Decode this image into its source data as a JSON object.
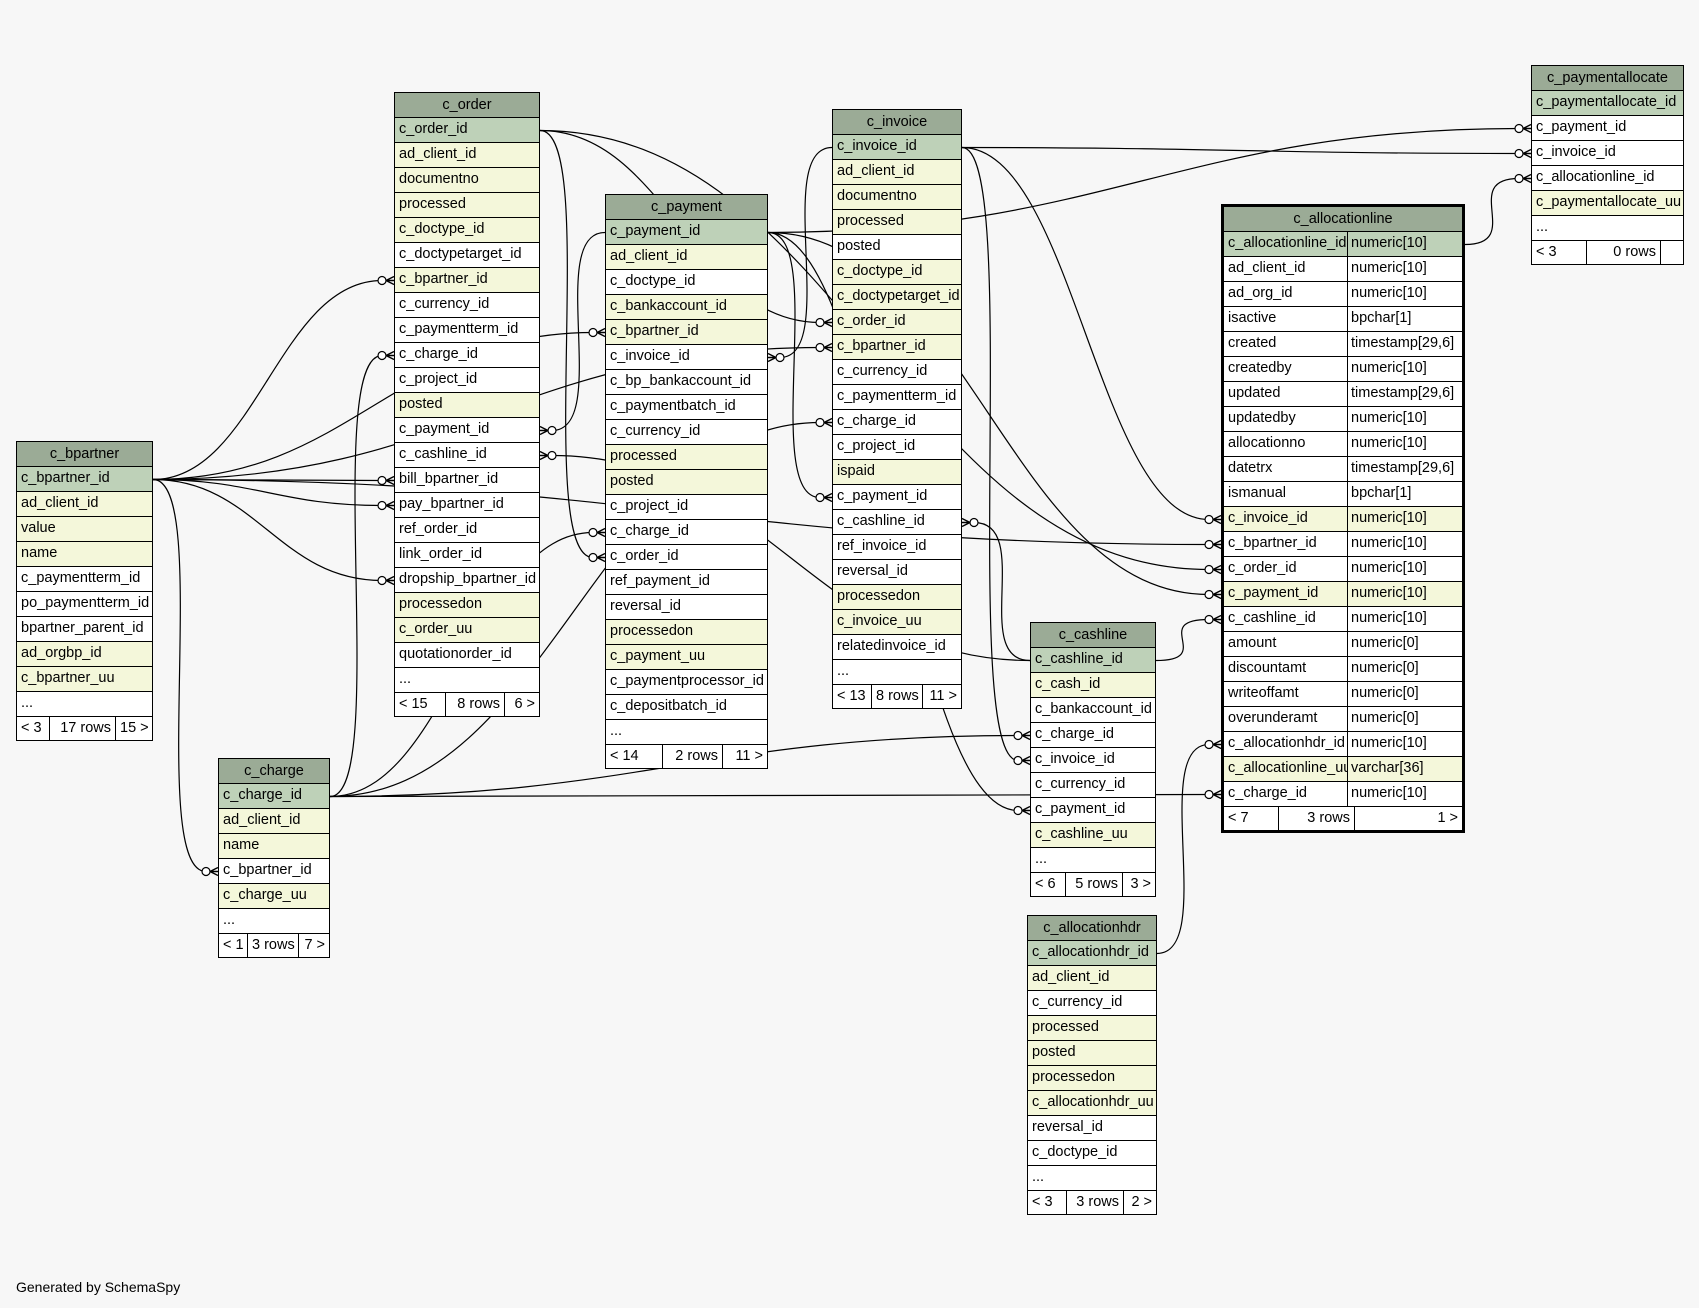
{
  "footer": "Generated by SchemaSpy",
  "tables": {
    "c_bpartner": {
      "name": "c_bpartner",
      "rows": [
        {
          "n": "c_bpartner_id",
          "k": "pk"
        },
        {
          "n": "ad_client_id",
          "k": "idx"
        },
        {
          "n": "value",
          "k": "idx"
        },
        {
          "n": "name",
          "k": "idx"
        },
        {
          "n": "c_paymentterm_id",
          "k": "plain"
        },
        {
          "n": "po_paymentterm_id",
          "k": "plain"
        },
        {
          "n": "bpartner_parent_id",
          "k": "plain"
        },
        {
          "n": "ad_orgbp_id",
          "k": "idx"
        },
        {
          "n": "c_bpartner_uu",
          "k": "idx"
        },
        {
          "n": "...",
          "k": "plain"
        }
      ],
      "footer": [
        "< 3",
        "17 rows",
        "15 >"
      ]
    },
    "c_order": {
      "name": "c_order",
      "rows": [
        {
          "n": "c_order_id",
          "k": "pk"
        },
        {
          "n": "ad_client_id",
          "k": "idx"
        },
        {
          "n": "documentno",
          "k": "idx"
        },
        {
          "n": "processed",
          "k": "idx"
        },
        {
          "n": "c_doctype_id",
          "k": "idx"
        },
        {
          "n": "c_doctypetarget_id",
          "k": "plain"
        },
        {
          "n": "c_bpartner_id",
          "k": "idx"
        },
        {
          "n": "c_currency_id",
          "k": "plain"
        },
        {
          "n": "c_paymentterm_id",
          "k": "plain"
        },
        {
          "n": "c_charge_id",
          "k": "plain"
        },
        {
          "n": "c_project_id",
          "k": "plain"
        },
        {
          "n": "posted",
          "k": "idx"
        },
        {
          "n": "c_payment_id",
          "k": "plain"
        },
        {
          "n": "c_cashline_id",
          "k": "plain"
        },
        {
          "n": "bill_bpartner_id",
          "k": "plain"
        },
        {
          "n": "pay_bpartner_id",
          "k": "plain"
        },
        {
          "n": "ref_order_id",
          "k": "plain"
        },
        {
          "n": "link_order_id",
          "k": "plain"
        },
        {
          "n": "dropship_bpartner_id",
          "k": "plain"
        },
        {
          "n": "processedon",
          "k": "idx"
        },
        {
          "n": "c_order_uu",
          "k": "idx"
        },
        {
          "n": "quotationorder_id",
          "k": "plain"
        },
        {
          "n": "...",
          "k": "plain"
        }
      ],
      "footer": [
        "< 15",
        "8 rows",
        "6 >"
      ]
    },
    "c_payment": {
      "name": "c_payment",
      "rows": [
        {
          "n": "c_payment_id",
          "k": "pk"
        },
        {
          "n": "ad_client_id",
          "k": "idx"
        },
        {
          "n": "c_doctype_id",
          "k": "plain"
        },
        {
          "n": "c_bankaccount_id",
          "k": "idx"
        },
        {
          "n": "c_bpartner_id",
          "k": "idx"
        },
        {
          "n": "c_invoice_id",
          "k": "plain"
        },
        {
          "n": "c_bp_bankaccount_id",
          "k": "plain"
        },
        {
          "n": "c_paymentbatch_id",
          "k": "plain"
        },
        {
          "n": "c_currency_id",
          "k": "plain"
        },
        {
          "n": "processed",
          "k": "idx"
        },
        {
          "n": "posted",
          "k": "idx"
        },
        {
          "n": "c_project_id",
          "k": "plain"
        },
        {
          "n": "c_charge_id",
          "k": "plain"
        },
        {
          "n": "c_order_id",
          "k": "plain"
        },
        {
          "n": "ref_payment_id",
          "k": "plain"
        },
        {
          "n": "reversal_id",
          "k": "plain"
        },
        {
          "n": "processedon",
          "k": "idx"
        },
        {
          "n": "c_payment_uu",
          "k": "idx"
        },
        {
          "n": "c_paymentprocessor_id",
          "k": "plain"
        },
        {
          "n": "c_depositbatch_id",
          "k": "plain"
        },
        {
          "n": "...",
          "k": "plain"
        }
      ],
      "footer": [
        "< 14",
        "2 rows",
        "11 >"
      ]
    },
    "c_invoice": {
      "name": "c_invoice",
      "rows": [
        {
          "n": "c_invoice_id",
          "k": "pk"
        },
        {
          "n": "ad_client_id",
          "k": "idx"
        },
        {
          "n": "documentno",
          "k": "idx"
        },
        {
          "n": "processed",
          "k": "idx"
        },
        {
          "n": "posted",
          "k": "plain"
        },
        {
          "n": "c_doctype_id",
          "k": "idx"
        },
        {
          "n": "c_doctypetarget_id",
          "k": "idx"
        },
        {
          "n": "c_order_id",
          "k": "idx"
        },
        {
          "n": "c_bpartner_id",
          "k": "idx"
        },
        {
          "n": "c_currency_id",
          "k": "plain"
        },
        {
          "n": "c_paymentterm_id",
          "k": "plain"
        },
        {
          "n": "c_charge_id",
          "k": "plain"
        },
        {
          "n": "c_project_id",
          "k": "plain"
        },
        {
          "n": "ispaid",
          "k": "idx"
        },
        {
          "n": "c_payment_id",
          "k": "plain"
        },
        {
          "n": "c_cashline_id",
          "k": "plain"
        },
        {
          "n": "ref_invoice_id",
          "k": "plain"
        },
        {
          "n": "reversal_id",
          "k": "plain"
        },
        {
          "n": "processedon",
          "k": "idx"
        },
        {
          "n": "c_invoice_uu",
          "k": "idx"
        },
        {
          "n": "relatedinvoice_id",
          "k": "plain"
        },
        {
          "n": "...",
          "k": "plain"
        }
      ],
      "footer": [
        "< 13",
        "8 rows",
        "11 >"
      ]
    },
    "c_charge": {
      "name": "c_charge",
      "rows": [
        {
          "n": "c_charge_id",
          "k": "pk"
        },
        {
          "n": "ad_client_id",
          "k": "idx"
        },
        {
          "n": "name",
          "k": "idx"
        },
        {
          "n": "c_bpartner_id",
          "k": "plain"
        },
        {
          "n": "c_charge_uu",
          "k": "idx"
        },
        {
          "n": "...",
          "k": "plain"
        }
      ],
      "footer": [
        "< 1",
        "3 rows",
        "7 >"
      ]
    },
    "c_cashline": {
      "name": "c_cashline",
      "rows": [
        {
          "n": "c_cashline_id",
          "k": "pk"
        },
        {
          "n": "c_cash_id",
          "k": "idx"
        },
        {
          "n": "c_bankaccount_id",
          "k": "plain"
        },
        {
          "n": "c_charge_id",
          "k": "plain"
        },
        {
          "n": "c_invoice_id",
          "k": "plain"
        },
        {
          "n": "c_currency_id",
          "k": "plain"
        },
        {
          "n": "c_payment_id",
          "k": "plain"
        },
        {
          "n": "c_cashline_uu",
          "k": "idx"
        },
        {
          "n": "...",
          "k": "plain"
        }
      ],
      "footer": [
        "< 6",
        "5 rows",
        "3 >"
      ]
    },
    "c_allocationhdr": {
      "name": "c_allocationhdr",
      "rows": [
        {
          "n": "c_allocationhdr_id",
          "k": "pk"
        },
        {
          "n": "ad_client_id",
          "k": "idx"
        },
        {
          "n": "c_currency_id",
          "k": "plain"
        },
        {
          "n": "processed",
          "k": "idx"
        },
        {
          "n": "posted",
          "k": "idx"
        },
        {
          "n": "processedon",
          "k": "idx"
        },
        {
          "n": "c_allocationhdr_uu",
          "k": "idx"
        },
        {
          "n": "reversal_id",
          "k": "plain"
        },
        {
          "n": "c_doctype_id",
          "k": "plain"
        },
        {
          "n": "...",
          "k": "plain"
        }
      ],
      "footer": [
        "< 3",
        "3 rows",
        "2 >"
      ]
    },
    "c_allocationline": {
      "name": "c_allocationline",
      "rows": [
        {
          "n": "c_allocationline_id",
          "t": "numeric[10]",
          "k": "pk"
        },
        {
          "n": "ad_client_id",
          "t": "numeric[10]",
          "k": "plain"
        },
        {
          "n": "ad_org_id",
          "t": "numeric[10]",
          "k": "plain"
        },
        {
          "n": "isactive",
          "t": "bpchar[1]",
          "k": "plain"
        },
        {
          "n": "created",
          "t": "timestamp[29,6]",
          "k": "plain"
        },
        {
          "n": "createdby",
          "t": "numeric[10]",
          "k": "plain"
        },
        {
          "n": "updated",
          "t": "timestamp[29,6]",
          "k": "plain"
        },
        {
          "n": "updatedby",
          "t": "numeric[10]",
          "k": "plain"
        },
        {
          "n": "allocationno",
          "t": "numeric[10]",
          "k": "plain"
        },
        {
          "n": "datetrx",
          "t": "timestamp[29,6]",
          "k": "plain"
        },
        {
          "n": "ismanual",
          "t": "bpchar[1]",
          "k": "plain"
        },
        {
          "n": "c_invoice_id",
          "t": "numeric[10]",
          "k": "idx"
        },
        {
          "n": "c_bpartner_id",
          "t": "numeric[10]",
          "k": "plain"
        },
        {
          "n": "c_order_id",
          "t": "numeric[10]",
          "k": "plain"
        },
        {
          "n": "c_payment_id",
          "t": "numeric[10]",
          "k": "idx"
        },
        {
          "n": "c_cashline_id",
          "t": "numeric[10]",
          "k": "plain"
        },
        {
          "n": "amount",
          "t": "numeric[0]",
          "k": "plain"
        },
        {
          "n": "discountamt",
          "t": "numeric[0]",
          "k": "plain"
        },
        {
          "n": "writeoffamt",
          "t": "numeric[0]",
          "k": "plain"
        },
        {
          "n": "overunderamt",
          "t": "numeric[0]",
          "k": "plain"
        },
        {
          "n": "c_allocationhdr_id",
          "t": "numeric[10]",
          "k": "plain"
        },
        {
          "n": "c_allocationline_uu",
          "t": "varchar[36]",
          "k": "idx"
        },
        {
          "n": "c_charge_id",
          "t": "numeric[10]",
          "k": "plain"
        }
      ],
      "footer": [
        "< 7",
        "3 rows",
        "1 >"
      ]
    },
    "c_paymentallocate": {
      "name": "c_paymentallocate",
      "rows": [
        {
          "n": "c_paymentallocate_id",
          "k": "pk"
        },
        {
          "n": "c_payment_id",
          "k": "plain"
        },
        {
          "n": "c_invoice_id",
          "k": "plain"
        },
        {
          "n": "c_allocationline_id",
          "k": "plain"
        },
        {
          "n": "c_paymentallocate_uu",
          "k": "idx"
        },
        {
          "n": "...",
          "k": "plain"
        }
      ],
      "footer": [
        "< 3",
        "0 rows",
        ""
      ]
    }
  },
  "relationships": [
    [
      "c_bpartner",
      "c_bpartner_id",
      "c_order",
      "c_bpartner_id"
    ],
    [
      "c_bpartner",
      "c_bpartner_id",
      "c_order",
      "bill_bpartner_id"
    ],
    [
      "c_bpartner",
      "c_bpartner_id",
      "c_order",
      "pay_bpartner_id"
    ],
    [
      "c_bpartner",
      "c_bpartner_id",
      "c_order",
      "dropship_bpartner_id"
    ],
    [
      "c_bpartner",
      "c_bpartner_id",
      "c_charge",
      "c_bpartner_id"
    ],
    [
      "c_bpartner",
      "c_bpartner_id",
      "c_payment",
      "c_bpartner_id"
    ],
    [
      "c_bpartner",
      "c_bpartner_id",
      "c_invoice",
      "c_bpartner_id"
    ],
    [
      "c_bpartner",
      "c_bpartner_id",
      "c_allocationline",
      "c_bpartner_id"
    ],
    [
      "c_charge",
      "c_charge_id",
      "c_order",
      "c_charge_id"
    ],
    [
      "c_charge",
      "c_charge_id",
      "c_payment",
      "c_charge_id"
    ],
    [
      "c_charge",
      "c_charge_id",
      "c_invoice",
      "c_charge_id"
    ],
    [
      "c_charge",
      "c_charge_id",
      "c_cashline",
      "c_charge_id"
    ],
    [
      "c_charge",
      "c_charge_id",
      "c_allocationline",
      "c_charge_id"
    ],
    [
      "c_order",
      "c_order_id",
      "c_payment",
      "c_order_id"
    ],
    [
      "c_order",
      "c_order_id",
      "c_invoice",
      "c_order_id"
    ],
    [
      "c_order",
      "c_order_id",
      "c_allocationline",
      "c_order_id"
    ],
    [
      "c_payment",
      "c_payment_id",
      "c_order",
      "c_payment_id"
    ],
    [
      "c_payment",
      "c_payment_id",
      "c_invoice",
      "c_payment_id"
    ],
    [
      "c_payment",
      "c_payment_id",
      "c_cashline",
      "c_payment_id"
    ],
    [
      "c_payment",
      "c_payment_id",
      "c_allocationline",
      "c_payment_id"
    ],
    [
      "c_payment",
      "c_payment_id",
      "c_paymentallocate",
      "c_payment_id"
    ],
    [
      "c_invoice",
      "c_invoice_id",
      "c_payment",
      "c_invoice_id"
    ],
    [
      "c_invoice",
      "c_invoice_id",
      "c_cashline",
      "c_invoice_id"
    ],
    [
      "c_invoice",
      "c_invoice_id",
      "c_allocationline",
      "c_invoice_id"
    ],
    [
      "c_invoice",
      "c_invoice_id",
      "c_paymentallocate",
      "c_invoice_id"
    ],
    [
      "c_cashline",
      "c_cashline_id",
      "c_order",
      "c_cashline_id"
    ],
    [
      "c_cashline",
      "c_cashline_id",
      "c_invoice",
      "c_cashline_id"
    ],
    [
      "c_cashline",
      "c_cashline_id",
      "c_allocationline",
      "c_cashline_id"
    ],
    [
      "c_allocationhdr",
      "c_allocationhdr_id",
      "c_allocationline",
      "c_allocationhdr_id"
    ],
    [
      "c_allocationline",
      "c_allocationline_id",
      "c_paymentallocate",
      "c_allocationline_id"
    ]
  ]
}
